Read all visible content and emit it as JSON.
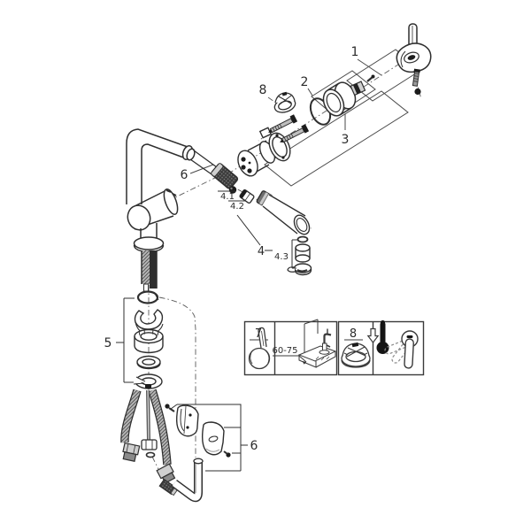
{
  "callouts": {
    "handle_group": "1",
    "cap_group": "2",
    "cartridge_kit": "3",
    "spray_head_group": "4",
    "spray_part_1": "4.1",
    "spray_part_2": "4.2",
    "spray_part_3": "4.3",
    "mounting_kit": "5",
    "pullout_hose": "6",
    "hose_weight": "6",
    "temp_limiter": "8"
  },
  "info_panels": {
    "handle_part": {
      "label": "7"
    },
    "mounting": {
      "dimension": "60-75"
    },
    "limiter_part": {
      "label": "8"
    }
  },
  "colors": {
    "line": "#2f2f2f",
    "dark_fill": "#1c1c1c",
    "mid_gray": "#8f8f8f",
    "light_gray": "#d9d9d9",
    "background": "#ffffff"
  }
}
